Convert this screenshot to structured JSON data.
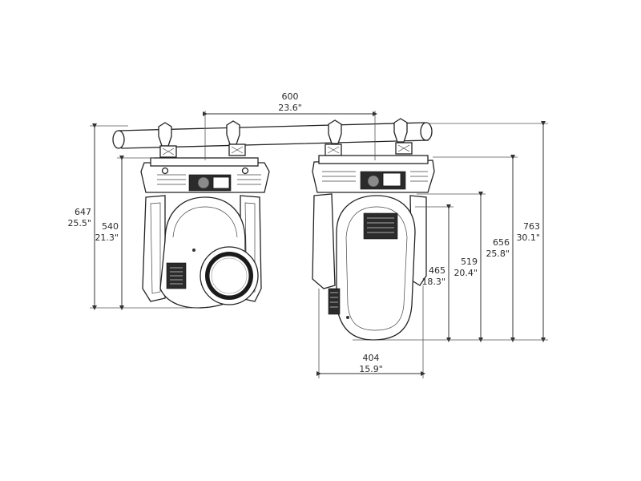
{
  "dimensions": {
    "width_top": {
      "mm": "600",
      "in": "23.6\""
    },
    "height_left": {
      "mm": "647",
      "in": "25.5\""
    },
    "height_left_inner": {
      "mm": "540",
      "in": "21.3\""
    },
    "height_465": {
      "mm": "465",
      "in": "18.3\""
    },
    "height_519": {
      "mm": "519",
      "in": "20.4\""
    },
    "height_656": {
      "mm": "656",
      "in": "25.8\""
    },
    "height_763": {
      "mm": "763",
      "in": "30.1\""
    },
    "width_bottom": {
      "mm": "404",
      "in": "15.9\""
    }
  }
}
